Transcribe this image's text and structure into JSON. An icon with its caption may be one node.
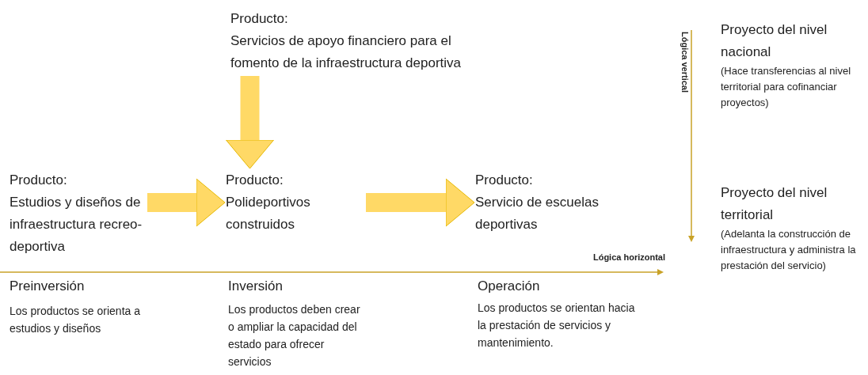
{
  "diagram": {
    "nodes": [
      {
        "text": [
          "Producto:",
          "Servicios de apoyo financiero para el fomento de la infraestructura deportiva"
        ]
      },
      {
        "text": [
          "Producto:",
          "Estudios y diseños de infraestructura recreo-deportiva"
        ]
      },
      {
        "text": [
          "Producto:",
          "Polideportivos construidos"
        ]
      },
      {
        "text": [
          "Producto:",
          "Servicio de escuelas deportivas"
        ]
      },
      {
        "text": [
          "Proyecto del nivel nacional",
          "(Hace transferencias al nivel territorial para cofinanciar proyectos)"
        ]
      },
      {
        "text": [
          "Proyecto del nivel territorial",
          "(Adelanta la construcción de infraestructura y administra la prestación del servicio)"
        ]
      }
    ],
    "edges": [
      {
        "from": 0,
        "to": 2,
        "arrow": "to"
      },
      {
        "from": 1,
        "to": 2,
        "arrow": "to"
      },
      {
        "from": 2,
        "to": 3,
        "arrow": "to"
      }
    ],
    "labels": [
      "Lógica vertical",
      "Lógica horizontal",
      "Preinversión",
      "Inversión",
      "Operación",
      "Los productos se orienta a estudios y diseños",
      "Los productos deben crear o ampliar la capacidad del estado para ofrecer servicios",
      "Los productos se orientan hacia la prestación de servicios y mantenimiento."
    ]
  }
}
